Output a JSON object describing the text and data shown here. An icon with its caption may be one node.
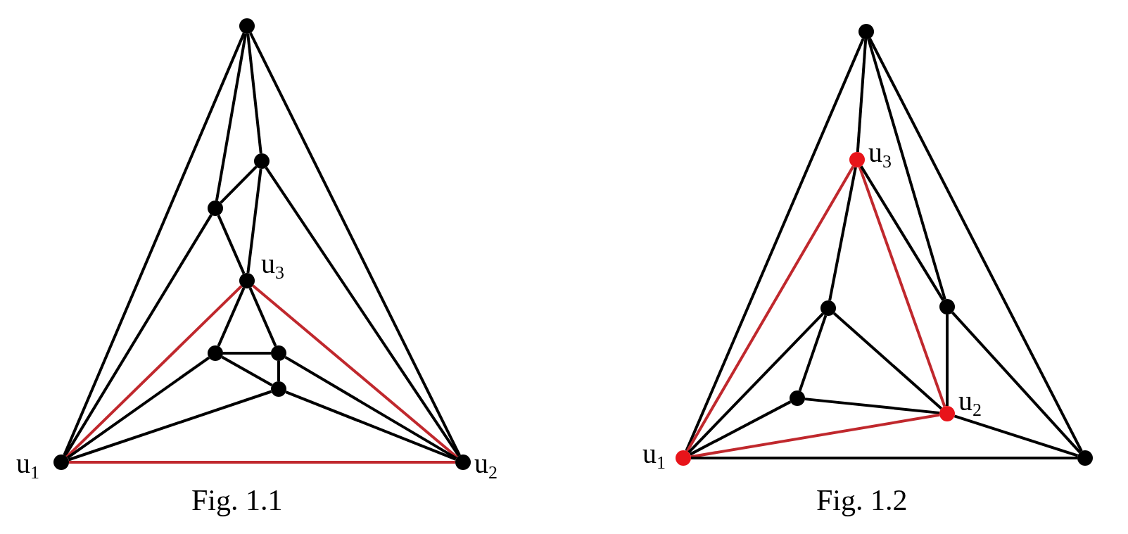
{
  "diagram": {
    "nodes": [
      {
        "text": [],
        "shape": "circle"
      },
      {
        "text": [],
        "shape": "circle"
      },
      {
        "text": [],
        "shape": "circle"
      },
      {
        "text": [],
        "shape": "circle",
        "beside": [
          "u$_{3}$"
        ]
      },
      {
        "text": [],
        "shape": "circle"
      },
      {
        "text": [],
        "shape": "circle"
      },
      {
        "text": [],
        "shape": "circle"
      },
      {
        "text": [],
        "shape": "circle",
        "beside": [
          "u$_{1}$"
        ]
      },
      {
        "text": [],
        "shape": "circle",
        "beside": [
          "u$_{2}$"
        ]
      },
      {
        "text": [],
        "shape": "circle"
      },
      {
        "text": [],
        "shape": "circle",
        "beside": [
          "u$_{3}$"
        ]
      },
      {
        "text": [],
        "shape": "circle"
      },
      {
        "text": [],
        "shape": "circle"
      },
      {
        "text": [],
        "shape": "circle"
      },
      {
        "text": [],
        "shape": "circle",
        "beside": [
          "u$_{2}$"
        ]
      },
      {
        "text": [],
        "shape": "circle",
        "beside": [
          "u$_{1}$"
        ]
      },
      {
        "text": [],
        "shape": "circle"
      }
    ],
    "edges": [
      {
        "from": 0,
        "to": 7,
        "arrow": "none"
      },
      {
        "from": 0,
        "to": 2,
        "arrow": "none"
      },
      {
        "from": 0,
        "to": 1,
        "arrow": "none"
      },
      {
        "from": 0,
        "to": 8,
        "arrow": "none"
      },
      {
        "from": 1,
        "to": 2,
        "arrow": "none"
      },
      {
        "from": 1,
        "to": 3,
        "arrow": "none"
      },
      {
        "from": 1,
        "to": 8,
        "arrow": "none"
      },
      {
        "from": 2,
        "to": 7,
        "arrow": "none"
      },
      {
        "from": 2,
        "to": 3,
        "arrow": "none"
      },
      {
        "from": 3,
        "to": 4,
        "arrow": "none"
      },
      {
        "from": 3,
        "to": 5,
        "arrow": "none"
      },
      {
        "from": 3,
        "to": 7,
        "arrow": "none",
        "color": "#c0282d"
      },
      {
        "from": 3,
        "to": 8,
        "arrow": "none",
        "color": "#c0282d"
      },
      {
        "from": 4,
        "to": 5,
        "arrow": "none"
      },
      {
        "from": 4,
        "to": 6,
        "arrow": "none"
      },
      {
        "from": 4,
        "to": 7,
        "arrow": "none"
      },
      {
        "from": 5,
        "to": 6,
        "arrow": "none"
      },
      {
        "from": 5,
        "to": 8,
        "arrow": "none"
      },
      {
        "from": 6,
        "to": 7,
        "arrow": "none"
      },
      {
        "from": 6,
        "to": 8,
        "arrow": "none"
      },
      {
        "from": 7,
        "to": 8,
        "arrow": "none",
        "color": "#c0282d"
      },
      {
        "from": 9,
        "to": 15,
        "arrow": "none"
      },
      {
        "from": 9,
        "to": 10,
        "arrow": "none"
      },
      {
        "from": 9,
        "to": 11,
        "arrow": "none"
      },
      {
        "from": 9,
        "to": 16,
        "arrow": "none"
      },
      {
        "from": 10,
        "to": 15,
        "arrow": "none",
        "color": "#c0282d"
      },
      {
        "from": 10,
        "to": 14,
        "arrow": "none",
        "color": "#c0282d"
      },
      {
        "from": 10,
        "to": 12,
        "arrow": "none"
      },
      {
        "from": 10,
        "to": 11,
        "arrow": "none"
      },
      {
        "from": 12,
        "to": 15,
        "arrow": "none"
      },
      {
        "from": 12,
        "to": 13,
        "arrow": "none"
      },
      {
        "from": 12,
        "to": 14,
        "arrow": "none"
      },
      {
        "from": 13,
        "to": 15,
        "arrow": "none"
      },
      {
        "from": 13,
        "to": 14,
        "arrow": "none"
      },
      {
        "from": 15,
        "to": 14,
        "arrow": "none",
        "color": "#c0282d"
      },
      {
        "from": 15,
        "to": 16,
        "arrow": "none"
      },
      {
        "from": 11,
        "to": 14,
        "arrow": "none"
      },
      {
        "from": 11,
        "to": 16,
        "arrow": "none"
      },
      {
        "from": 14,
        "to": 16,
        "arrow": "none"
      }
    ],
    "labels": [
      "Fig. 1.1",
      "Fig. 1.2"
    ]
  }
}
